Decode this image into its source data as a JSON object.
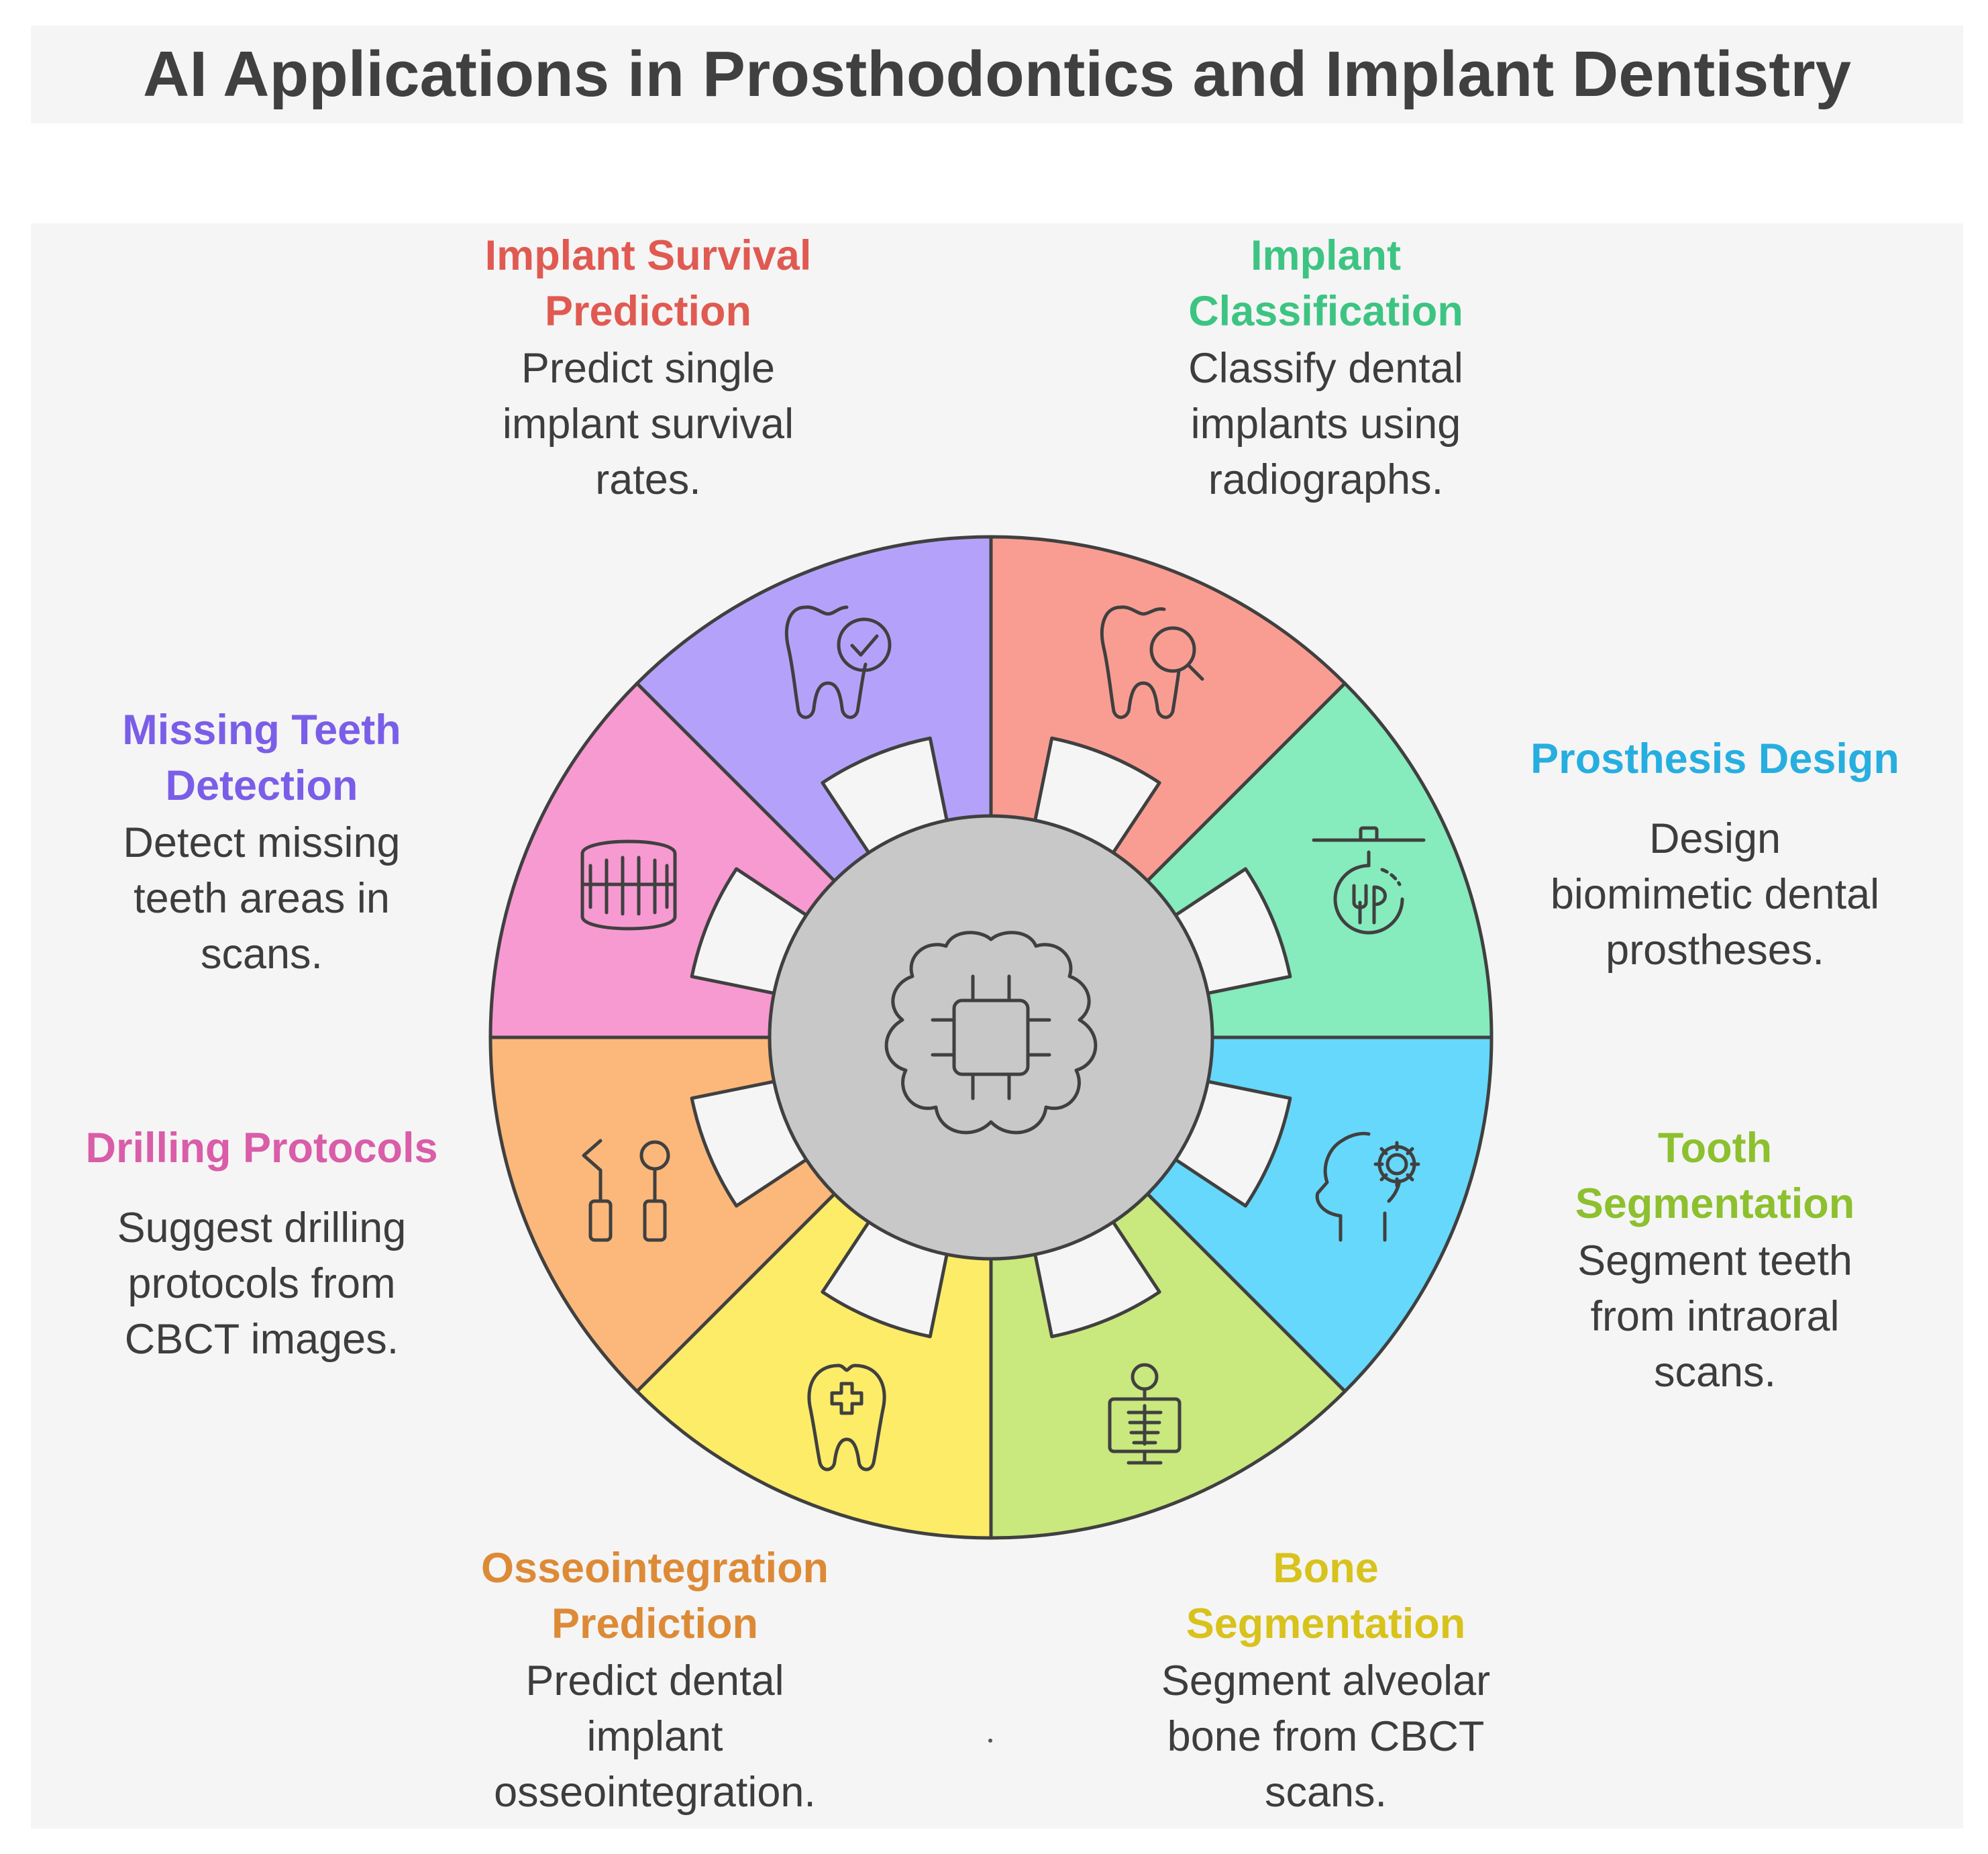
{
  "title": "AI Applications in Prosthodontics and Implant Dentistry",
  "colors": {
    "outline": "#404040",
    "panel": "#f5f5f5",
    "hub": "#c8c8c8"
  },
  "hub_icon": "brain-chip-icon",
  "segments": [
    {
      "id": "implant-survival-prediction",
      "title": "Implant Survival Prediction",
      "description": "Predict single implant survival rates.",
      "fill": "#f99d92",
      "title_color": "#e05a52",
      "icon": "tooth-check-icon"
    },
    {
      "id": "implant-classification",
      "title": "Implant Classification",
      "description": "Classify dental implants using radiographs.",
      "fill": "#86ebbd",
      "title_color": "#3dc482",
      "icon": "tooth-search-icon"
    },
    {
      "id": "prosthesis-design",
      "title": "Prosthesis Design",
      "description": "Design biomimetic dental prostheses.",
      "fill": "#66d8fb",
      "title_color": "#27aee0",
      "icon": "dental-device-icon"
    },
    {
      "id": "tooth-segmentation",
      "title": "Tooth Segmentation",
      "description": "Segment teeth from intraoral scans.",
      "fill": "#c9e87e",
      "title_color": "#8dc02e",
      "icon": "head-gear-icon"
    },
    {
      "id": "bone-segmentation",
      "title": "Bone Segmentation",
      "description": "Segment alveolar bone from CBCT scans.",
      "fill": "#fcec68",
      "title_color": "#d8c21c",
      "icon": "xray-icon"
    },
    {
      "id": "osseointegration-prediction",
      "title": "Osseointegration Prediction",
      "description": "Predict dental implant osseointegration.",
      "fill": "#fbb87a",
      "title_color": "#dd8a37",
      "icon": "tooth-plus-icon"
    },
    {
      "id": "drilling-protocols",
      "title": "Drilling Protocols",
      "description": "Suggest drilling protocols from CBCT images.",
      "fill": "#f79ad1",
      "title_color": "#d95da8",
      "icon": "dental-tools-icon"
    },
    {
      "id": "missing-teeth-detection",
      "title": "Missing Teeth Detection",
      "description": "Detect missing teeth areas in scans.",
      "fill": "#b4a2fa",
      "title_color": "#7a5ee8",
      "icon": "teeth-row-icon"
    }
  ],
  "labels": [
    {
      "title_lines": [
        "Implant Survival",
        "Prediction"
      ],
      "desc_lines": [
        "Predict single",
        "implant survival",
        "rates."
      ]
    },
    {
      "title_lines": [
        "Implant",
        "Classification"
      ],
      "desc_lines": [
        "Classify dental",
        "implants using",
        "radiographs."
      ]
    },
    {
      "title_lines": [
        "Prosthesis Design"
      ],
      "desc_lines": [
        "Design",
        "biomimetic dental",
        "prostheses."
      ]
    },
    {
      "title_lines": [
        "Tooth",
        "Segmentation"
      ],
      "desc_lines": [
        "Segment teeth",
        "from intraoral",
        "scans."
      ]
    },
    {
      "title_lines": [
        "Bone",
        "Segmentation"
      ],
      "desc_lines": [
        "Segment alveolar",
        "bone from CBCT",
        "scans."
      ]
    },
    {
      "title_lines": [
        "Osseointegration",
        "Prediction"
      ],
      "desc_lines": [
        "Predict dental",
        "implant",
        "osseointegration."
      ]
    },
    {
      "title_lines": [
        "Drilling Protocols"
      ],
      "desc_lines": [
        "Suggest drilling",
        "protocols from",
        "CBCT images."
      ]
    },
    {
      "title_lines": [
        "Missing Teeth",
        "Detection"
      ],
      "desc_lines": [
        "Detect missing",
        "teeth areas in",
        "scans."
      ]
    }
  ]
}
